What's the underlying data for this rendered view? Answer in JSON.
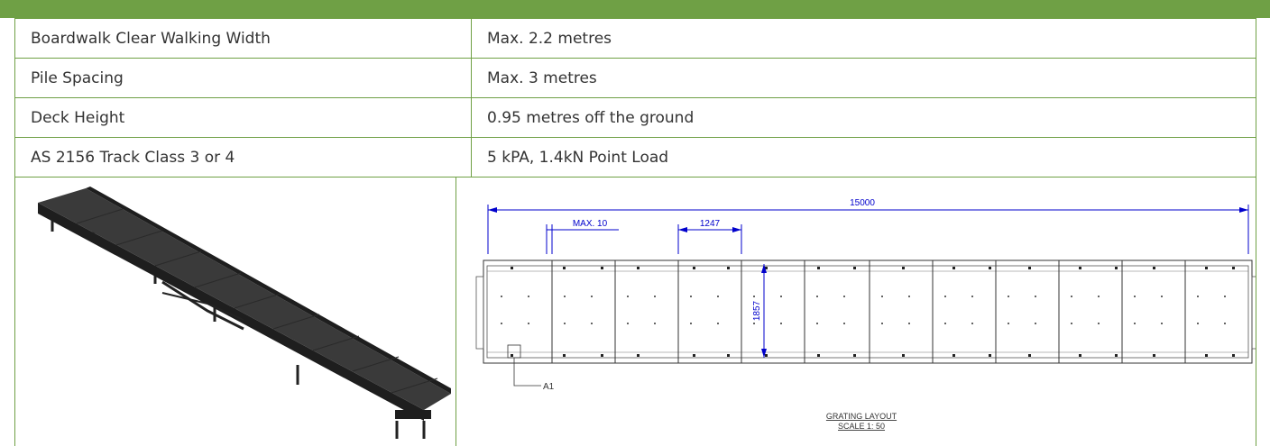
{
  "specs": [
    {
      "label": "Boardwalk Clear Walking Width",
      "value": "Max. 2.2 metres"
    },
    {
      "label": "Pile Spacing",
      "value": "Max. 3 metres"
    },
    {
      "label": "Deck Height",
      "value": "0.95 metres off the ground"
    },
    {
      "label": "AS 2156 Track Class 3 or 4",
      "value": "5 kPA, 1.4kN Point Load"
    }
  ],
  "drawing": {
    "overall_length": "15000",
    "max_spacing": "MAX. 10",
    "panel_width": "1247",
    "width_dim": "1857",
    "detail_callout": "A1",
    "title": "GRATING LAYOUT",
    "scale": "SCALE 1: 50"
  },
  "colors": {
    "accent": "#6fa045",
    "dimension": "#0000cc",
    "deck": "#3a3a3a"
  }
}
